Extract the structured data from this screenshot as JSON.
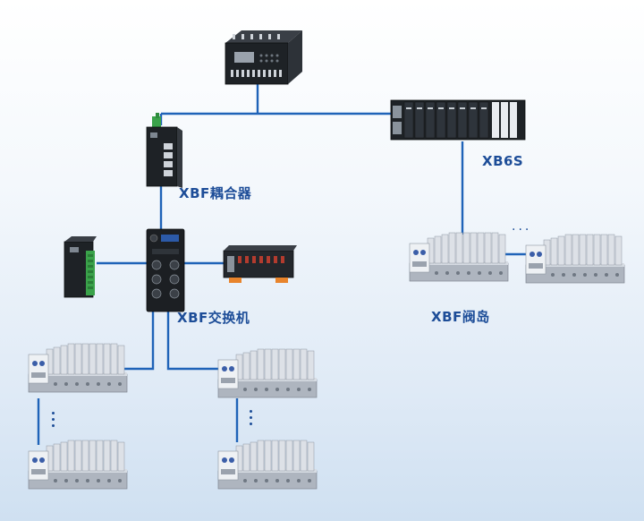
{
  "labels": {
    "xb6s": "XB6S",
    "coupler": "XBF耦合器",
    "switch": "XBF交换机",
    "valve_island": "XBF阀岛"
  },
  "continuation_mark": "···",
  "colors": {
    "line": "#1f63b8",
    "label": "#1d4d98",
    "device_dark": "#1f2226",
    "module_gray": "#c9ced6",
    "terminal_green": "#3aa24a",
    "accent_orange": "#e8842c"
  }
}
